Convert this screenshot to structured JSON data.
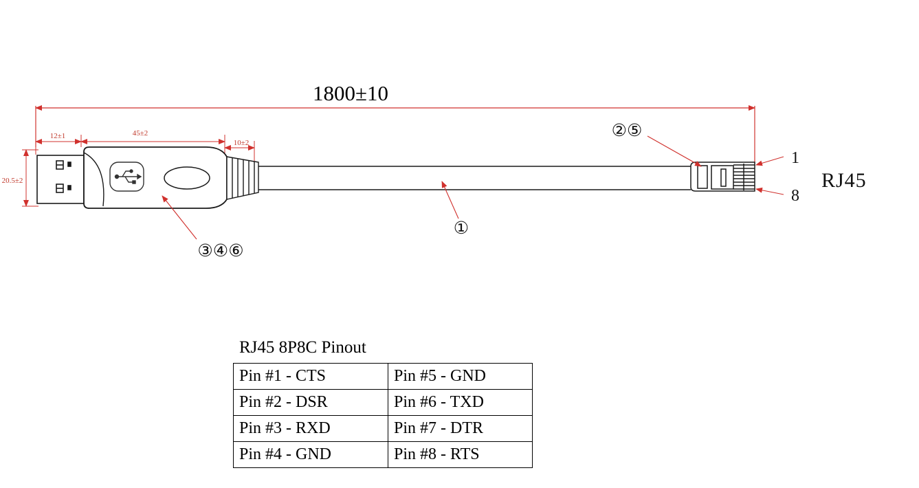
{
  "dimensions": {
    "total_length": "1800±10",
    "plug_length": "12±1",
    "body_length": "45±2",
    "boot_length": "10±2",
    "plug_height": "20.5±2"
  },
  "callouts": {
    "cable": "①",
    "rj45_parts": "②⑤",
    "usb_parts": "③④⑥"
  },
  "rj45": {
    "label": "RJ45",
    "pin_first": "1",
    "pin_last": "8"
  },
  "pinout": {
    "title": "RJ45 8P8C Pinout",
    "rows": [
      [
        "Pin #1 -  CTS",
        "Pin #5 - GND"
      ],
      [
        "Pin #2 - DSR",
        "Pin #6 - TXD"
      ],
      [
        "Pin #3 - RXD",
        "Pin #7 - DTR"
      ],
      [
        "Pin #4 - GND",
        "Pin #8 - RTS"
      ]
    ]
  },
  "colors": {
    "dimension_lines": "#d0312d",
    "outline": "#1a1a1a"
  }
}
